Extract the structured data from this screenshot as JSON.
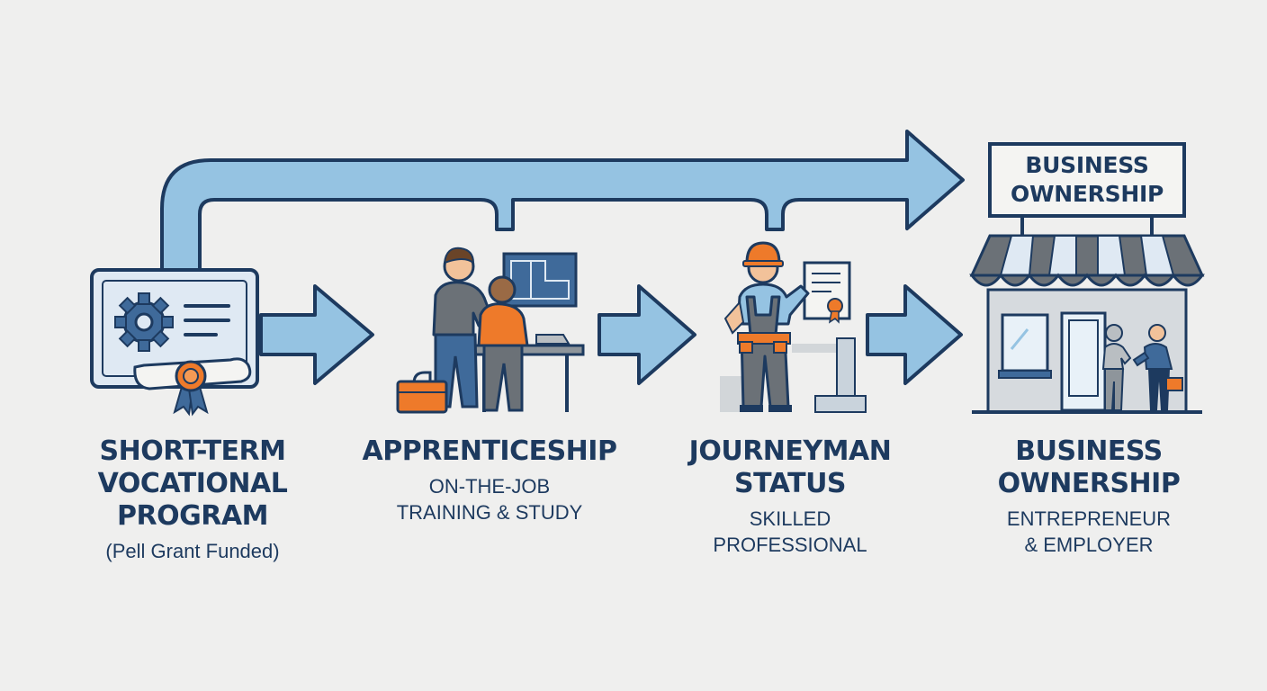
{
  "stages": [
    {
      "title": "SHORT-TERM\nVOCATIONAL\nPROGRAM",
      "subtitle": "(Pell Grant Funded)"
    },
    {
      "title": "APPRENTICESHIP",
      "subtitle": "ON-THE-JOB\nTRAINING & STUDY"
    },
    {
      "title": "JOURNEYMAN\nSTATUS",
      "subtitle": "SKILLED\nPROFESSIONAL"
    },
    {
      "title": "BUSINESS\nOWNERSHIP",
      "subtitle": "ENTREPRENEUR\n& EMPLOYER"
    }
  ],
  "sign": {
    "text": "BUSINESS\nOWNERSHIP"
  },
  "colors": {
    "navy": "#1d3a5f",
    "arrow_fill": "#95c3e2",
    "orange": "#ee7a2a",
    "steel_blue": "#3f6a9a",
    "gray": "#6b7177",
    "background": "#efefee"
  },
  "icons": [
    "certificate-icon",
    "gear-icon",
    "ribbon-icon",
    "mentor-icon",
    "blueprint-icon",
    "toolbox-icon",
    "worker-icon",
    "storefront-icon",
    "handshake-icon"
  ]
}
